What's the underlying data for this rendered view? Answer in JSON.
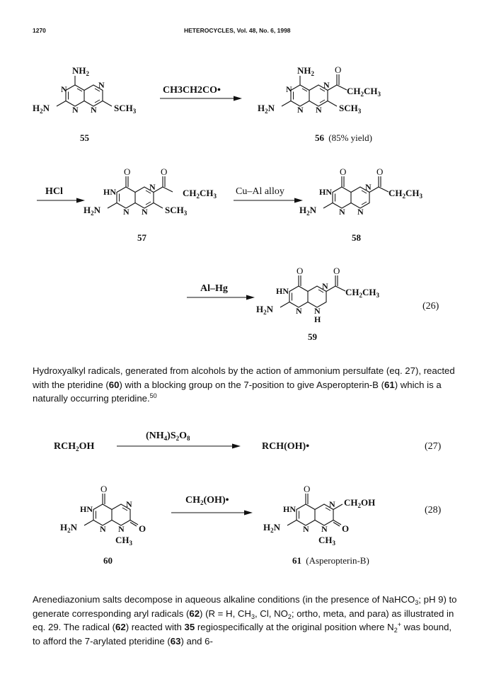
{
  "header": {
    "page_number": "1270",
    "journal": "HETEROCYCLES, Vol. 48, No. 6, 1998"
  },
  "scheme": {
    "row1": {
      "c55_label": "55",
      "reagent": "CH3CH2CO•",
      "c56_label": "56",
      "c56_yield": "(85% yield)"
    },
    "row2": {
      "reagent_left": "HCl",
      "c57_label": "57",
      "reagent_mid": "Cu–Al alloy",
      "c58_label": "58"
    },
    "row3": {
      "reagent": "Al–Hg",
      "c59_label": "59",
      "eq": "(26)"
    },
    "eq27": {
      "left": "RCH2OH",
      "reagent": "(NH4)S2O8",
      "right": "RCH(OH)•",
      "eq": "(27)"
    },
    "eq28": {
      "c60_label": "60",
      "reagent": "CH2(OH)•",
      "c61_label": "61",
      "c61_name": "(Asperopterin-B)",
      "eq": "(28)"
    }
  },
  "paragraph1": {
    "t1": "Hydroxyalkyl radicals, generated from alcohols by the action of ammonium persulfate (eq. 27), reacted with the pteridine (",
    "r1": "60",
    "t2": ") with a blocking group on the 7-position to give Asperopterin-B (",
    "r2": "61",
    "t3": ") which is a naturally occurring pteridine.",
    "ref": "50"
  },
  "paragraph2": {
    "t1": "Arenediazonium salts decompose in aqueous alkaline conditions (in the presence of NaHCO",
    "s1": "3",
    "t2": "; pH 9) to generate corresponding aryl radicals (",
    "r1": "62",
    "t3": ") (R = H, CH",
    "s2": "3",
    "t4": ", Cl, NO",
    "s3": "2",
    "t5": "; ortho, meta, and para) as illustrated in eq. 29. The radical (",
    "r2": "62",
    "t6": ") reacted with ",
    "r3": "35",
    "t7": " regiospecifically at the original position where N",
    "s4": "2",
    "sup1": "+",
    "t8": " was bound, to afford the 7-arylated pteridine (",
    "r4": "63",
    "t9": ") and 6-"
  }
}
